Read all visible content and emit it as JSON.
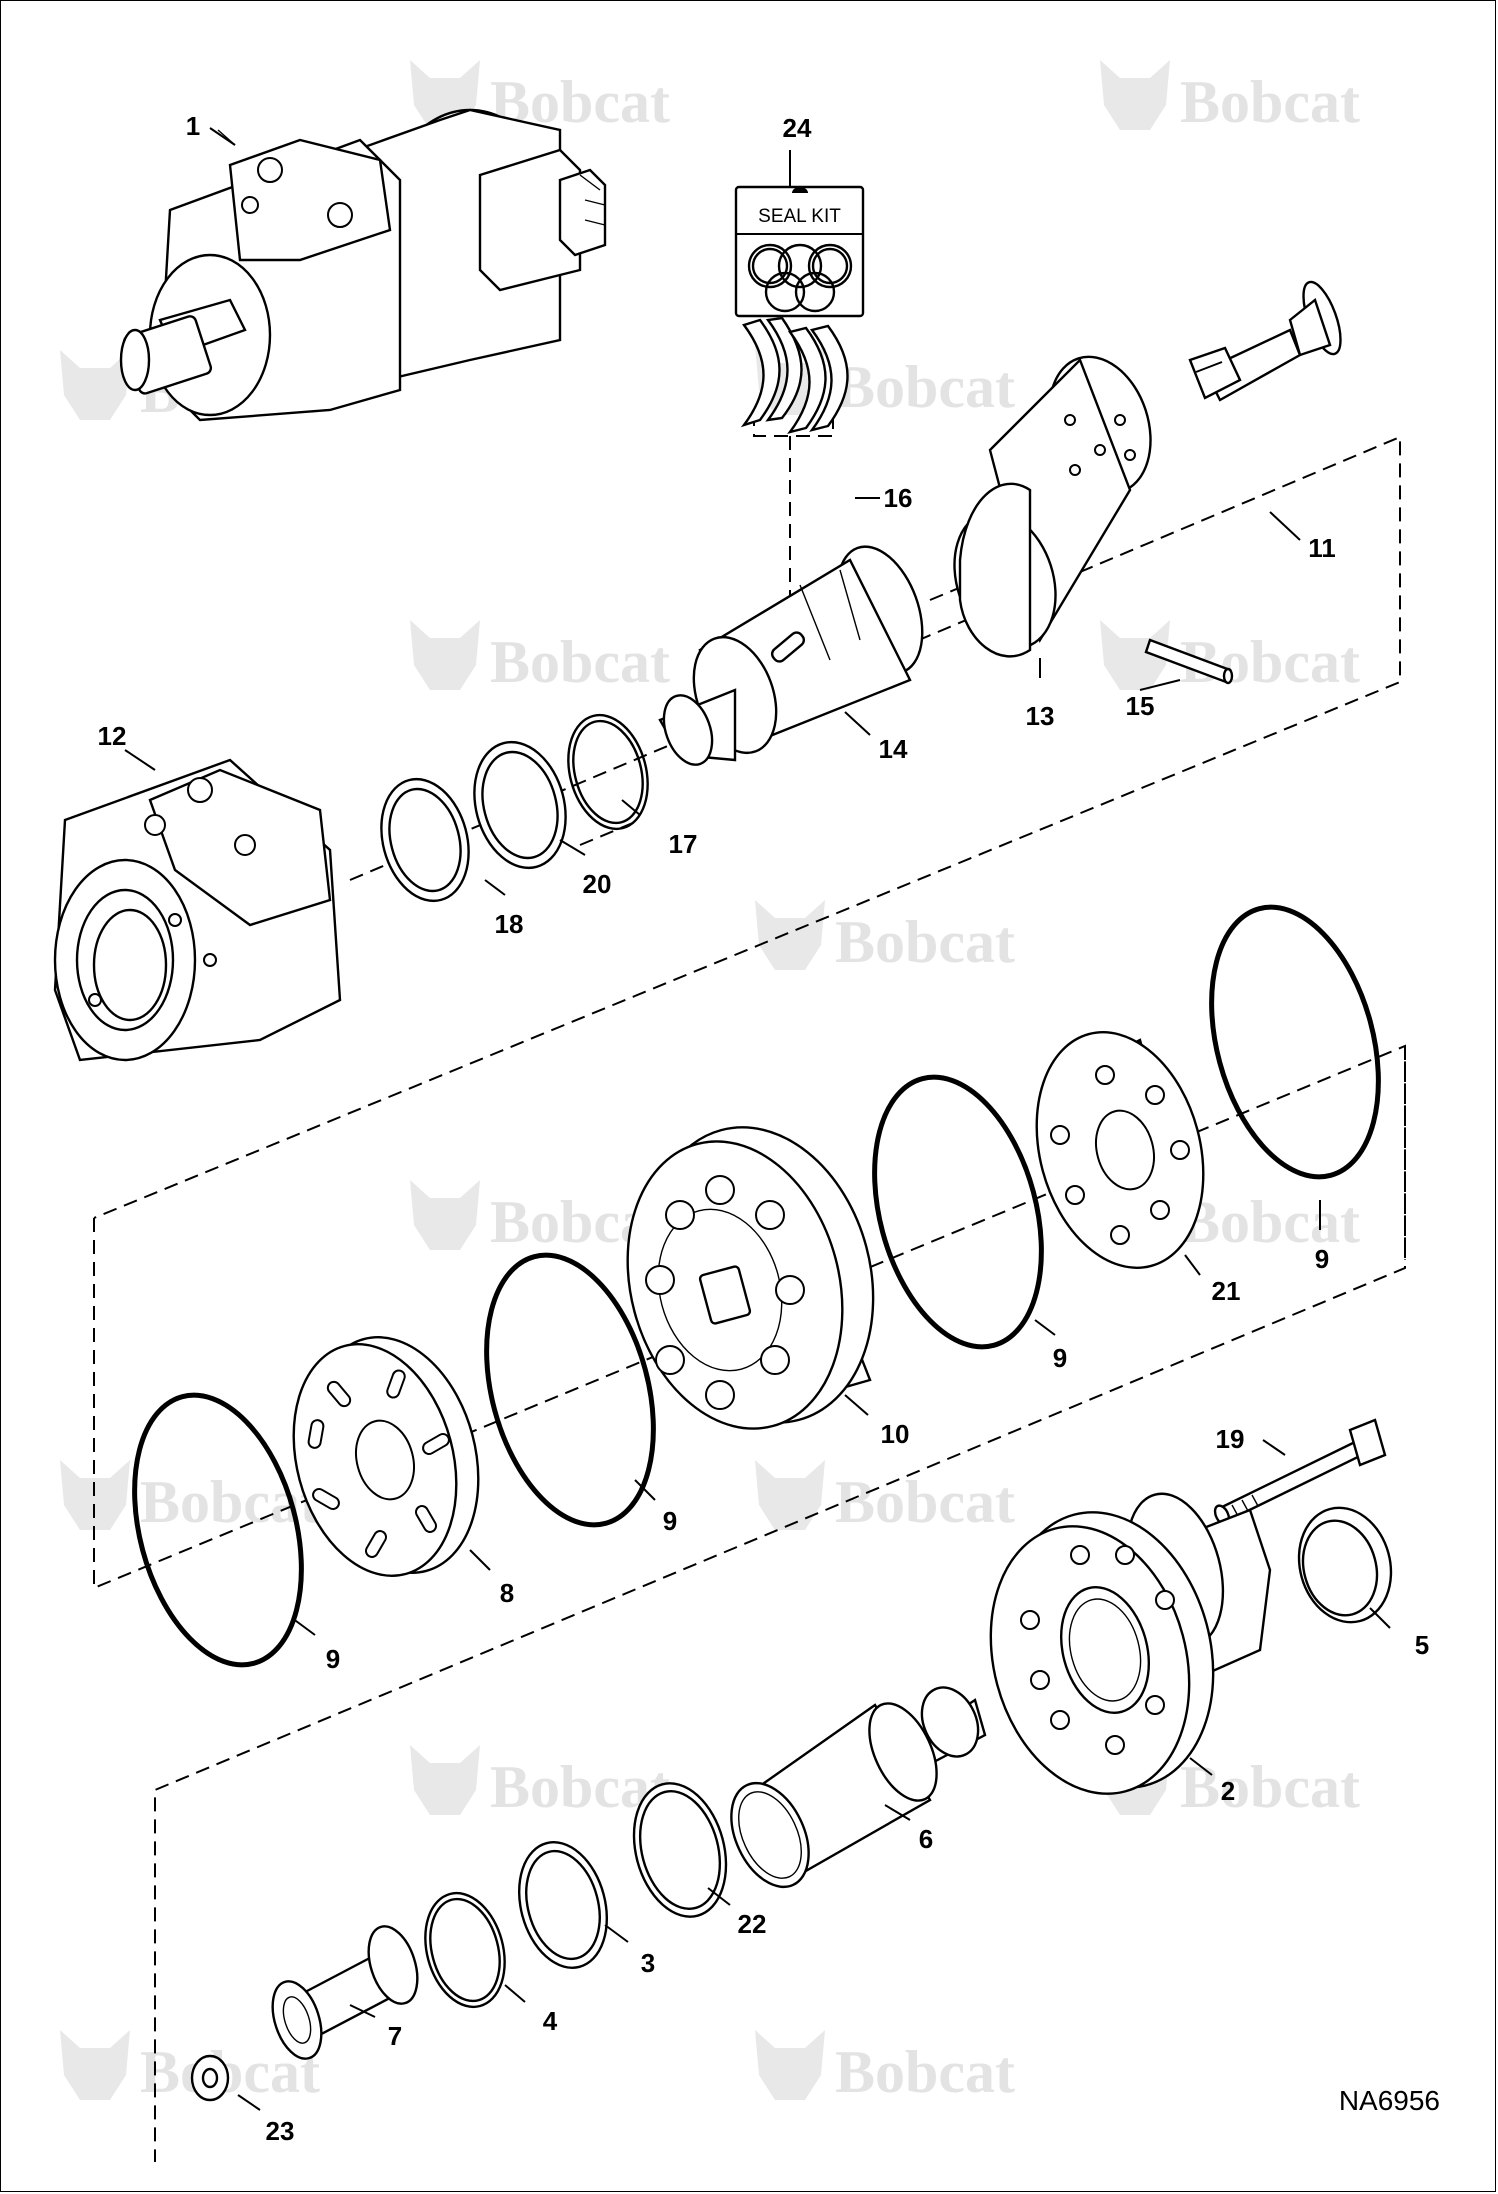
{
  "watermark": {
    "brand": "Bobcat"
  },
  "seal_kit": {
    "label": "SEAL KIT"
  },
  "callouts": [
    {
      "id": "1",
      "text": "1"
    },
    {
      "id": "24",
      "text": "24"
    },
    {
      "id": "16",
      "text": "16"
    },
    {
      "id": "11",
      "text": "11"
    },
    {
      "id": "13",
      "text": "13"
    },
    {
      "id": "15",
      "text": "15"
    },
    {
      "id": "14",
      "text": "14"
    },
    {
      "id": "12",
      "text": "12"
    },
    {
      "id": "17",
      "text": "17"
    },
    {
      "id": "20",
      "text": "20"
    },
    {
      "id": "18",
      "text": "18"
    },
    {
      "id": "9a",
      "text": "9"
    },
    {
      "id": "21",
      "text": "21"
    },
    {
      "id": "9b",
      "text": "9"
    },
    {
      "id": "10",
      "text": "10"
    },
    {
      "id": "9c",
      "text": "9"
    },
    {
      "id": "8",
      "text": "8"
    },
    {
      "id": "9d",
      "text": "9"
    },
    {
      "id": "19",
      "text": "19"
    },
    {
      "id": "5",
      "text": "5"
    },
    {
      "id": "2",
      "text": "2"
    },
    {
      "id": "6",
      "text": "6"
    },
    {
      "id": "22",
      "text": "22"
    },
    {
      "id": "3",
      "text": "3"
    },
    {
      "id": "4",
      "text": "4"
    },
    {
      "id": "7",
      "text": "7"
    },
    {
      "id": "23",
      "text": "23"
    }
  ],
  "drawing_code": "NA6956"
}
